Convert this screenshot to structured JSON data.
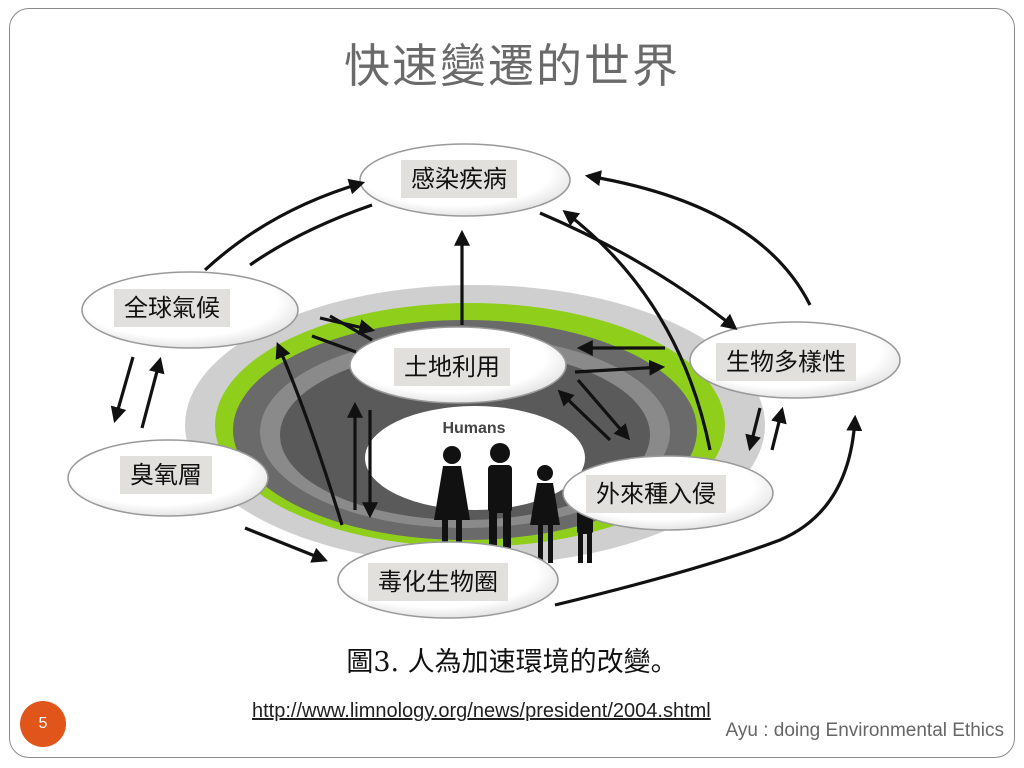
{
  "slide": {
    "title": "快速變遷的世界",
    "caption": "圖3. 人為加速環境的改變。",
    "link": "http://www.limnology.org/news/president/2004.shtml",
    "footer": "Ayu : doing Environmental Ethics",
    "slide_number": "5"
  },
  "diagram": {
    "center_label": "Humans",
    "nodes": {
      "disease": "感染疾病",
      "climate": "全球氣候",
      "land_use": "土地利用",
      "biodiversity": "生物多樣性",
      "ozone": "臭氧層",
      "invasive": "外來種入侵",
      "toxic": "毒化生物圈"
    },
    "colors": {
      "ring_outer": "#c8c8c8",
      "ring_green": "#8fce1b",
      "ring_dark": "#555555",
      "node_fill": "#ffffff"
    }
  }
}
